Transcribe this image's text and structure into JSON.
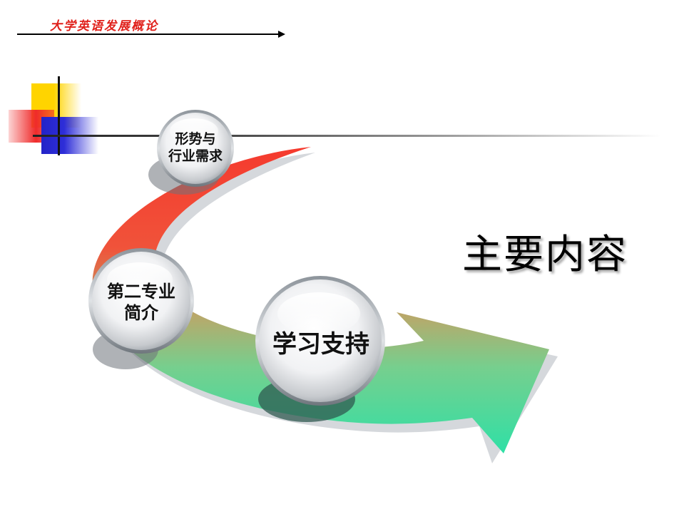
{
  "header": {
    "course_title": "大学英语发展概论"
  },
  "nodes": {
    "node1_label": "形势与\n行业需求",
    "node2_label": "第二专业\n简介",
    "node3_label": "学习支持"
  },
  "main_title": "主要内容",
  "colors": {
    "accent_red": "#e0211b",
    "arrow_start": "#f53a2e",
    "arrow_end": "#2fe0a6",
    "deco_yellow": "#ffd400",
    "deco_blue": "#2323c8"
  }
}
